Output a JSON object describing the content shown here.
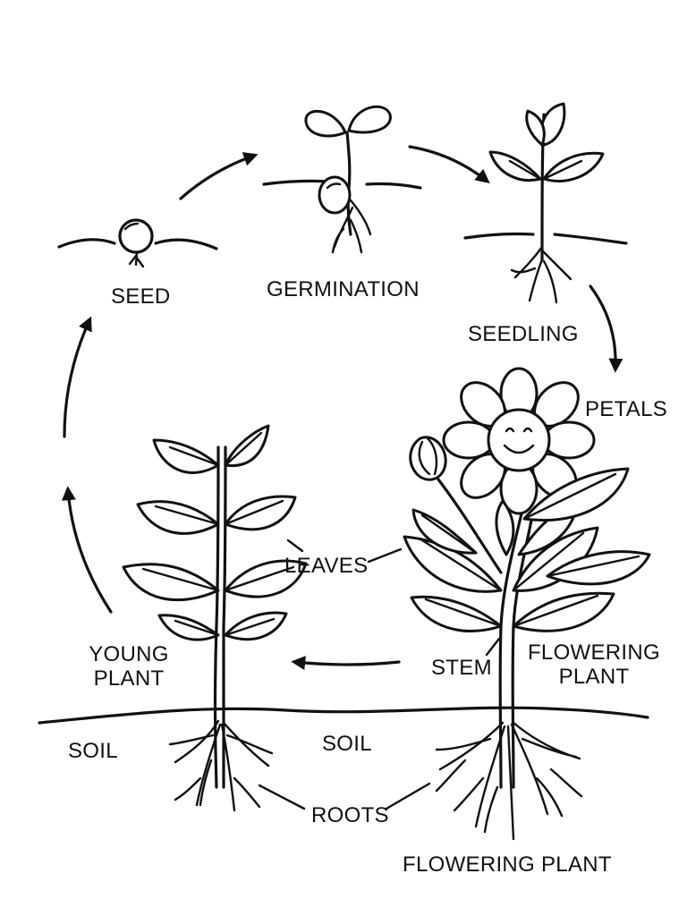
{
  "labels": {
    "seed": "SEED",
    "germination": "GERMINATION",
    "seedling": "SEEDLING",
    "petals": "PETALS",
    "leaves": "LEAVES",
    "young_plant_line1": "YOUNG",
    "young_plant_line2": "PLANT",
    "stem": "STEM",
    "flowering_plant_line1": "FLOWERING",
    "flowering_plant_line2": "PLANT",
    "soil_left": "SOIL",
    "soil_center": "SOIL",
    "roots": "ROOTS",
    "footer": "FLOWERING PLANT"
  },
  "colors": {
    "ink": "#111111",
    "background": "#ffffff"
  }
}
